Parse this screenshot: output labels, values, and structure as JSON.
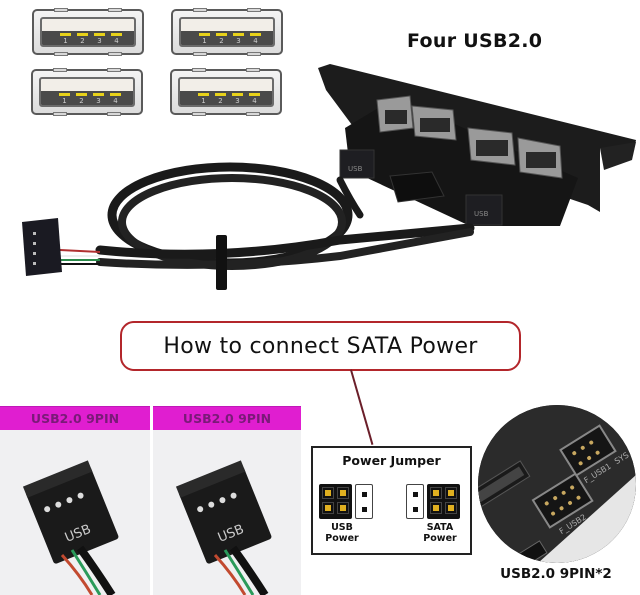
{
  "usb_ports": [
    {
      "pins": [
        "1",
        "2",
        "3",
        "4"
      ]
    },
    {
      "pins": [
        "1",
        "2",
        "3",
        "4"
      ]
    },
    {
      "pins": [
        "1",
        "2",
        "3",
        "4"
      ]
    },
    {
      "pins": [
        "1",
        "2",
        "3",
        "4"
      ]
    }
  ],
  "headline": "Four USB2.0",
  "product": {
    "connector_label": "USB"
  },
  "callout": {
    "title": "How to connect SATA Power",
    "border_color": "#b3262b"
  },
  "panels": [
    {
      "label": "USB2.0 9PIN",
      "connector_text": "USB"
    },
    {
      "label": "USB2.0 9PIN",
      "connector_text": "USB"
    }
  ],
  "panel_color": "#e01ed0",
  "jumper": {
    "title": "Power Jumper",
    "options": [
      {
        "line1": "USB",
        "line2": "Power"
      },
      {
        "line1": "SATA",
        "line2": "Power"
      }
    ]
  },
  "motherboard": {
    "header_labels": [
      "F_USB2",
      "F_USB1",
      "SYS"
    ],
    "caption": "USB2.0 9PIN*2"
  }
}
